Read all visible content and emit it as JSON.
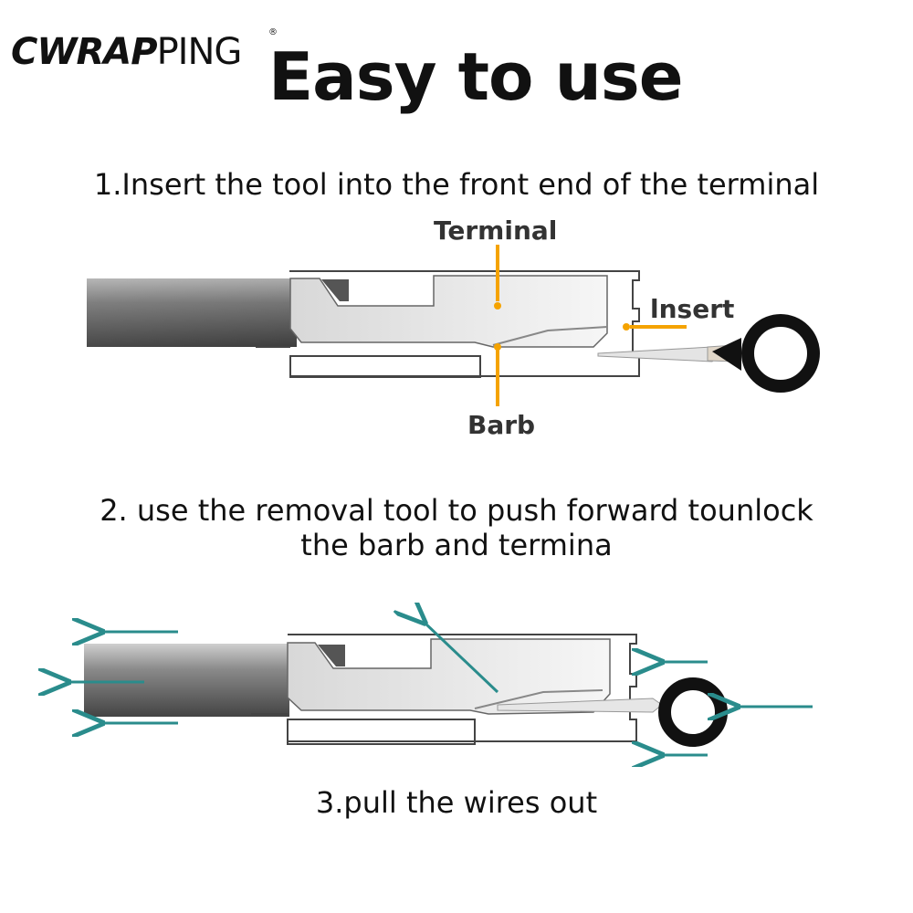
{
  "logo": {
    "brand_bold": "CWRAP",
    "brand_light": "PING",
    "registered": "®"
  },
  "title": "Easy to use",
  "steps": {
    "step1": "1.Insert the tool into the front end of the terminal",
    "step2_line1": "2. use the removal tool to push forward tounlock",
    "step2_line2": "the barb and termina",
    "step3": "3.pull the wires out"
  },
  "diagram1_labels": {
    "terminal": "Terminal",
    "insert": "lnsert",
    "barb": "Barb"
  },
  "colors": {
    "accent": "#F5A300",
    "arrow": "#2A8C8C",
    "ring": "#111111"
  }
}
